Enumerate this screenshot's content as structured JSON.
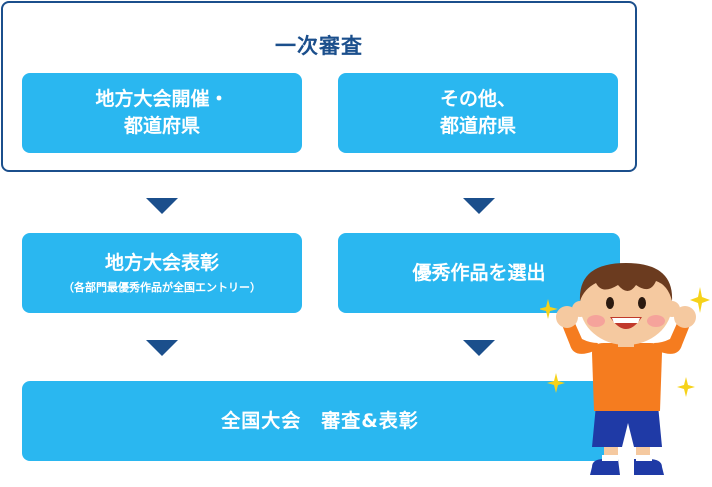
{
  "title": "一次審査",
  "boxes": {
    "regional_host": {
      "line1": "地方大会開催・",
      "line2": "都道府県"
    },
    "other": {
      "line1": "その他、",
      "line2": "都道府県"
    },
    "regional_award": {
      "line1": "地方大会表彰",
      "sub": "（各部門最優秀作品が全国エントリー）"
    },
    "select": {
      "line1": "優秀作品を選出"
    },
    "national": {
      "line1": "全国大会　審査&表彰"
    }
  },
  "colors": {
    "frame_border": "#1b4f8c",
    "title_text": "#1b4f8c",
    "box_fill": "#2ab7f0",
    "arrow": "#1b4f8c",
    "sparkle": "#f6d21a"
  },
  "illustration": {
    "icon": "cheering-boy-illustration"
  }
}
